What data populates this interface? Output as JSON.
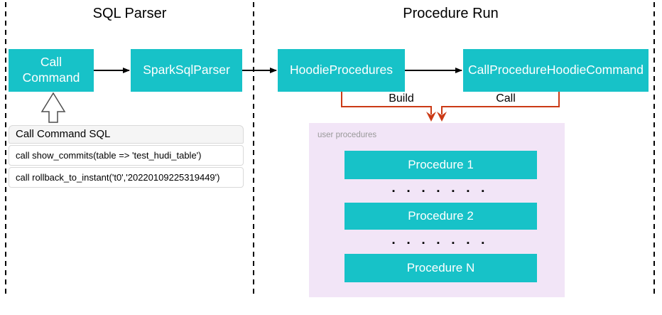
{
  "diagram": {
    "sql_parser": {
      "title": "SQL Parser",
      "call_command_label": "Call\nCommand",
      "spark_sql_parser_label": "SparkSqlParser",
      "sql_table": {
        "header": "Call Command SQL",
        "rows": [
          "call show_commits(table => 'test_hudi_table')",
          "call rollback_to_instant('t0','20220109225319449')"
        ]
      }
    },
    "procedure_run": {
      "title": "Procedure Run",
      "hoodie_procedures_label": "HoodieProcedures",
      "call_procedure_hoodie_command_label": "CallProcedureHoodieCommand",
      "build_edge_label": "Build",
      "call_edge_label": "Call",
      "user_procedures": {
        "label": "user procedures",
        "items": [
          "Procedure 1",
          "Procedure 2",
          "Procedure N"
        ],
        "separator_dots": "▪ ▪ ▪ ▪ ▪ ▪ ▪"
      }
    }
  },
  "colors": {
    "node_fill": "#17C2C8",
    "node_text": "#FFFFFF",
    "connector_black": "#000000",
    "build_call_red": "#CB3A16",
    "panel_purple": "#F2E5F7",
    "panel_label_gray": "#999999",
    "table_header_bg": "#F5F5F5",
    "table_border": "#D9D9D9"
  }
}
